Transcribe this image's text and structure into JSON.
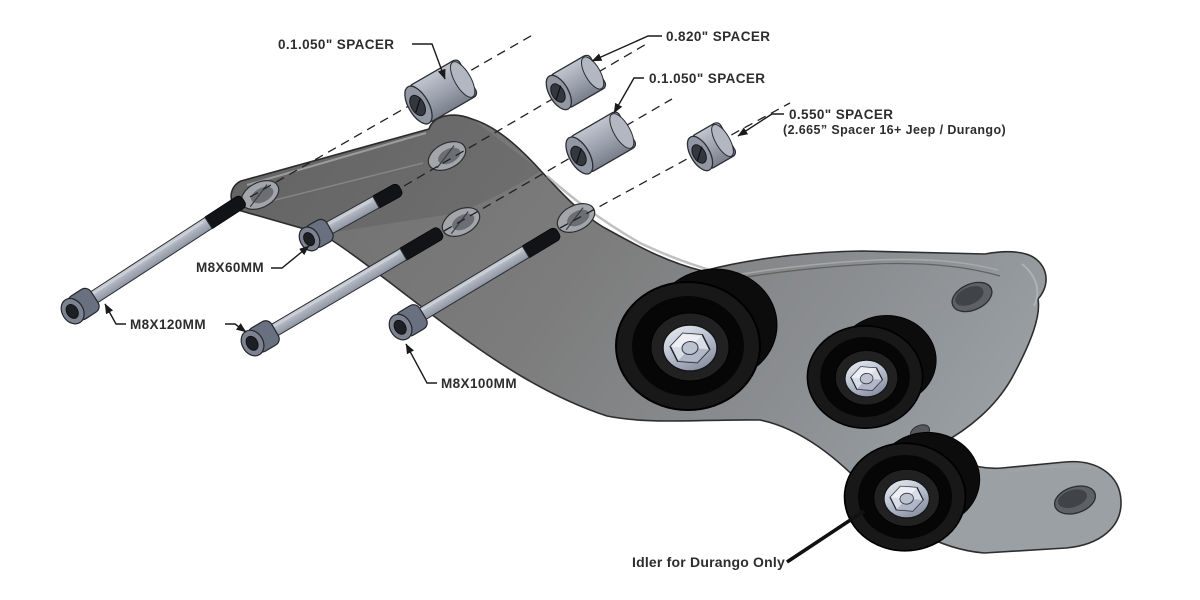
{
  "labels": {
    "spacer_top_left": "0.1.050\" SPACER",
    "spacer_820": "0.820\" SPACER",
    "spacer_1050_mid": "0.1.050\" SPACER",
    "spacer_550_line1": "0.550\" SPACER",
    "spacer_550_line2": "(2.665” Spacer 16+ Jeep / Durango)",
    "bolt_m8x60": "M8X60MM",
    "bolt_m8x120": "M8X120MM",
    "bolt_m8x100": "M8X100MM",
    "idler_note": "Idler for Durango Only"
  },
  "colors": {
    "background": "#ffffff",
    "bracket_gray": "#7d7d7d",
    "bracket_highlight": "#9aa0a4",
    "pulley_black": "#161616",
    "hardware_silver": "#a9afba",
    "thread_black": "#121316",
    "chrome_nut": "#d9dde7",
    "label_text": "#2d2d2d",
    "leader_line": "#1a1a1a"
  }
}
